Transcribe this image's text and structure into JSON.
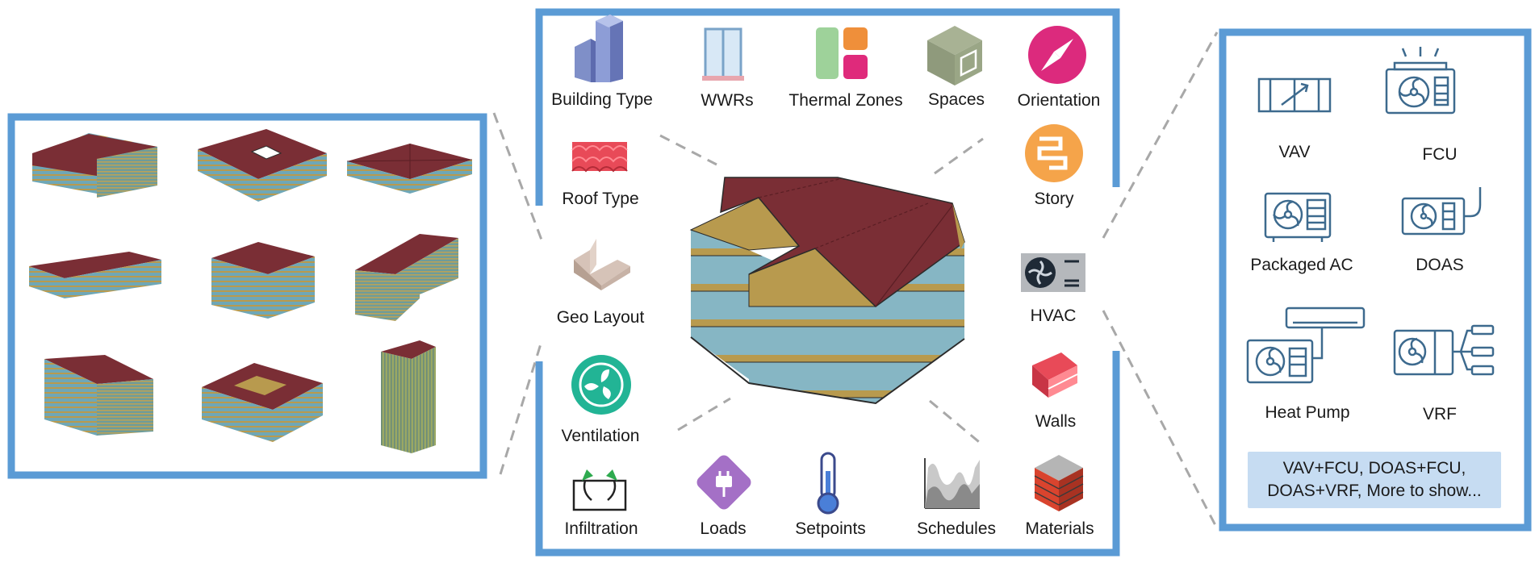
{
  "center": {
    "features": [
      {
        "label": "Building Type",
        "icon": "building-type-icon"
      },
      {
        "label": "WWRs",
        "icon": "window-icon"
      },
      {
        "label": "Thermal Zones",
        "icon": "thermal-zones-icon"
      },
      {
        "label": "Spaces",
        "icon": "spaces-cube-icon"
      },
      {
        "label": "Orientation",
        "icon": "compass-icon"
      },
      {
        "label": "Roof Type",
        "icon": "roof-tile-icon"
      },
      {
        "label": "Story",
        "icon": "stairs-icon"
      },
      {
        "label": "Geo Layout",
        "icon": "l-shape-icon"
      },
      {
        "label": "HVAC",
        "icon": "hvac-unit-icon"
      },
      {
        "label": "Ventilation",
        "icon": "fan-icon"
      },
      {
        "label": "Walls",
        "icon": "brick-wall-icon"
      },
      {
        "label": "Infiltration",
        "icon": "infiltration-icon"
      },
      {
        "label": "Loads",
        "icon": "plug-icon"
      },
      {
        "label": "Setpoints",
        "icon": "thermometer-icon"
      },
      {
        "label": "Schedules",
        "icon": "schedule-chart-icon"
      },
      {
        "label": "Materials",
        "icon": "materials-block-icon"
      }
    ]
  },
  "hvac_panel": {
    "systems": [
      {
        "label": "VAV",
        "icon": "vav-icon"
      },
      {
        "label": "FCU",
        "icon": "fcu-icon"
      },
      {
        "label": "Packaged AC",
        "icon": "packaged-ac-icon"
      },
      {
        "label": "DOAS",
        "icon": "doas-icon"
      },
      {
        "label": "Heat Pump",
        "icon": "heat-pump-icon"
      },
      {
        "label": "VRF",
        "icon": "vrf-icon"
      }
    ],
    "combinations": [
      "VAV+FCU, DOAS+FCU,",
      "DOAS+VRF, More to show..."
    ]
  },
  "colors": {
    "frame": "#5b9bd5",
    "roof": "#7a2e35",
    "facade_gold": "#b89a4e",
    "glass": "#7fb3c8",
    "icon_blue": "#3d6a8e"
  }
}
